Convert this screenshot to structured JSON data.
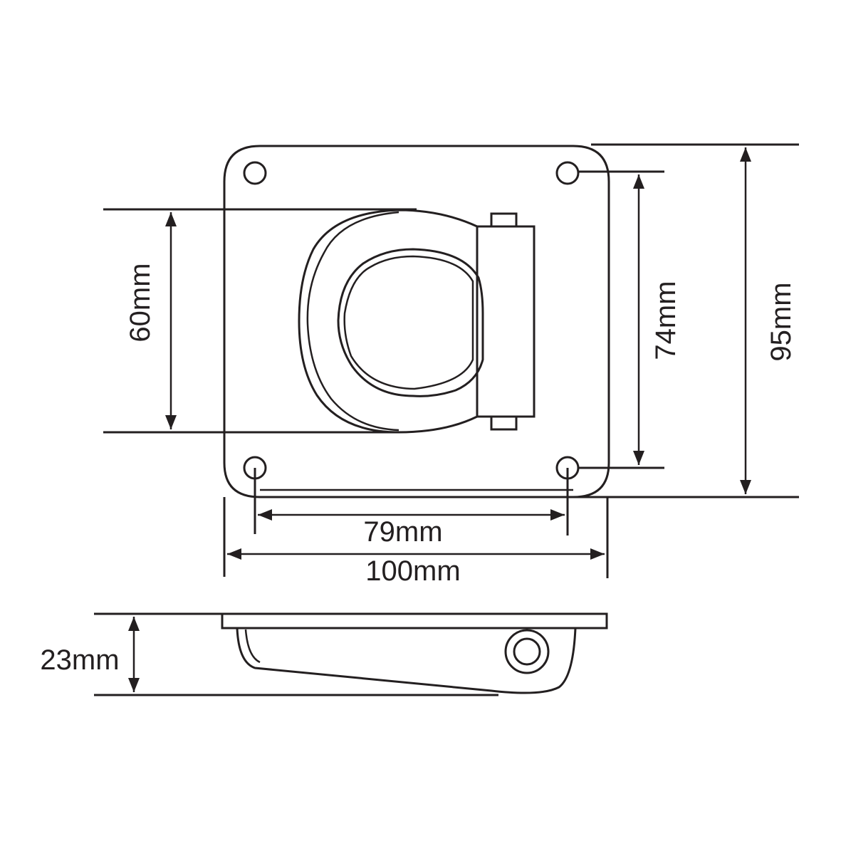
{
  "dimensions": {
    "ring_height": "60mm",
    "hole_spacing_vertical": "74mm",
    "plate_height": "95mm",
    "hole_spacing_horizontal": "79mm",
    "plate_width": "100mm",
    "depth": "23mm"
  },
  "colors": {
    "line": "#231f20",
    "background": "#ffffff"
  }
}
